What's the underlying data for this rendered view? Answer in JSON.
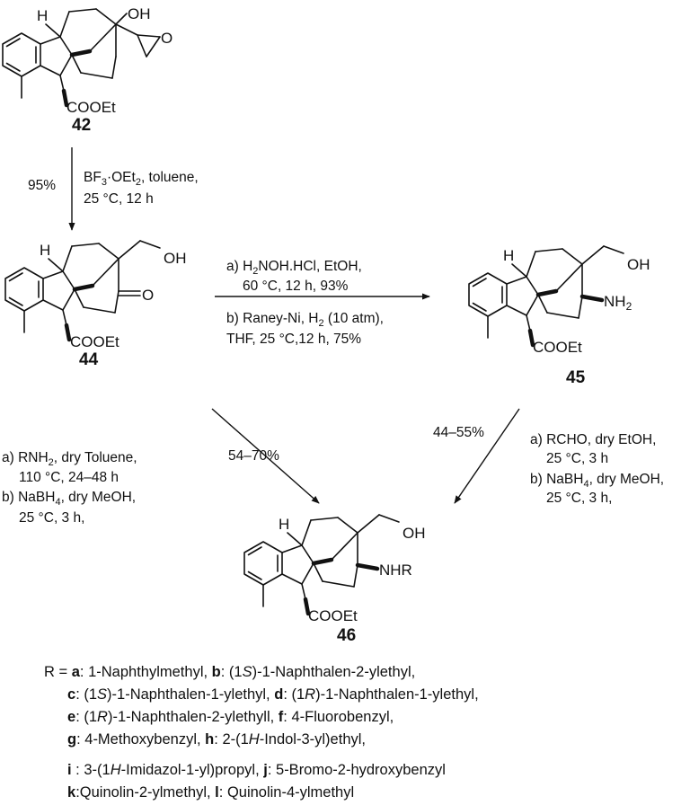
{
  "compounds": {
    "c42": {
      "number": "42",
      "ester": "COOEt",
      "hydroxyl": "OH",
      "epoxide_o": "O",
      "hydrogen": "H"
    },
    "c44": {
      "number": "44",
      "ester": "COOEt",
      "hydroxyl": "OH",
      "ketone_o": "O",
      "hydrogen": "H"
    },
    "c45": {
      "number": "45",
      "ester": "COOEt",
      "hydroxyl": "OH",
      "amine": "NH",
      "amine_sub": "2",
      "hydrogen": "H"
    },
    "c46": {
      "number": "46",
      "ester": "COOEt",
      "hydroxyl": "OH",
      "amine": "NHR",
      "hydrogen": "H"
    }
  },
  "steps": {
    "s42_44": {
      "yield": "95%",
      "line1_pre": "BF",
      "line1_sub1": "3",
      "line1_mid": "·OEt",
      "line1_sub2": "2",
      "line1_post": ", toluene,",
      "line2": "25 °C, 12 h"
    },
    "s44_45": {
      "a_pre": "a) H",
      "a_sub": "2",
      "a_post": "NOH.HCl, EtOH,",
      "a_line2": "60 °C, 12 h, 93%",
      "b_pre": "b) Raney-Ni, H",
      "b_sub": "2",
      "b_post": " (10 atm),",
      "b_line2": "THF, 25 °C,12 h, 75%"
    },
    "s44_46": {
      "yield": "54–70%",
      "a_pre": "a) RNH",
      "a_sub": "2",
      "a_post": ", dry Toluene,",
      "a_line2": "110 °C, 24–48 h",
      "b_pre": "b) NaBH",
      "b_sub": "4",
      "b_post": ", dry MeOH,",
      "b_line2": "25 °C, 3 h,"
    },
    "s45_46": {
      "yield": "44–55%",
      "a_line1": "a) RCHO, dry EtOH,",
      "a_line2": "25 °C, 3 h",
      "b_pre": "b) NaBH",
      "b_sub": "4",
      "b_post": ", dry MeOH,",
      "b_line2": "25 °C, 3 h,"
    }
  },
  "r_groups": {
    "prefix": "R = ",
    "items": [
      {
        "key": "a",
        "sep": ": ",
        "parts": [
          {
            "t": "1-Naphthylmethyl"
          }
        ]
      },
      {
        "key": "b",
        "sep": ": ",
        "parts": [
          {
            "t": "(1"
          },
          {
            "t": "S",
            "italic": true
          },
          {
            "t": ")-1-Naphthalen-2-ylethyl"
          }
        ]
      },
      {
        "key": "c",
        "sep": ": ",
        "parts": [
          {
            "t": "(1"
          },
          {
            "t": "S",
            "italic": true
          },
          {
            "t": ")-1-Naphthalen-1-ylethyl"
          }
        ]
      },
      {
        "key": "d",
        "sep": ": ",
        "parts": [
          {
            "t": "(1"
          },
          {
            "t": "R",
            "italic": true
          },
          {
            "t": ")-1-Naphthalen-1-ylethyl"
          }
        ]
      },
      {
        "key": "e",
        "sep": ": ",
        "parts": [
          {
            "t": "(1"
          },
          {
            "t": "R",
            "italic": true
          },
          {
            "t": ")-1-Naphthalen-2-ylethyll"
          }
        ]
      },
      {
        "key": "f",
        "sep": ": ",
        "parts": [
          {
            "t": "4-Fluorobenzyl"
          }
        ]
      },
      {
        "key": "g",
        "sep": ": ",
        "parts": [
          {
            "t": "4-Methoxybenzyl"
          }
        ]
      },
      {
        "key": "h",
        "sep": ": ",
        "parts": [
          {
            "t": "2-(1"
          },
          {
            "t": "H",
            "italic": true
          },
          {
            "t": "-Indol-3-yl)ethyl"
          }
        ]
      },
      {
        "key": "i",
        "sep": " : ",
        "parts": [
          {
            "t": "3-(1"
          },
          {
            "t": "H",
            "italic": true
          },
          {
            "t": "-Imidazol-1-yl)propyl"
          }
        ]
      },
      {
        "key": "j",
        "sep": ": ",
        "parts": [
          {
            "t": "5-Bromo-2-hydroxybenzyl"
          }
        ]
      },
      {
        "key": "k",
        "sep": ":",
        "parts": [
          {
            "t": "Quinolin-2-ylmethyl"
          }
        ]
      },
      {
        "key": "l",
        "sep": ": ",
        "parts": [
          {
            "t": "Quinolin-4-ylmethyl"
          }
        ]
      }
    ]
  }
}
